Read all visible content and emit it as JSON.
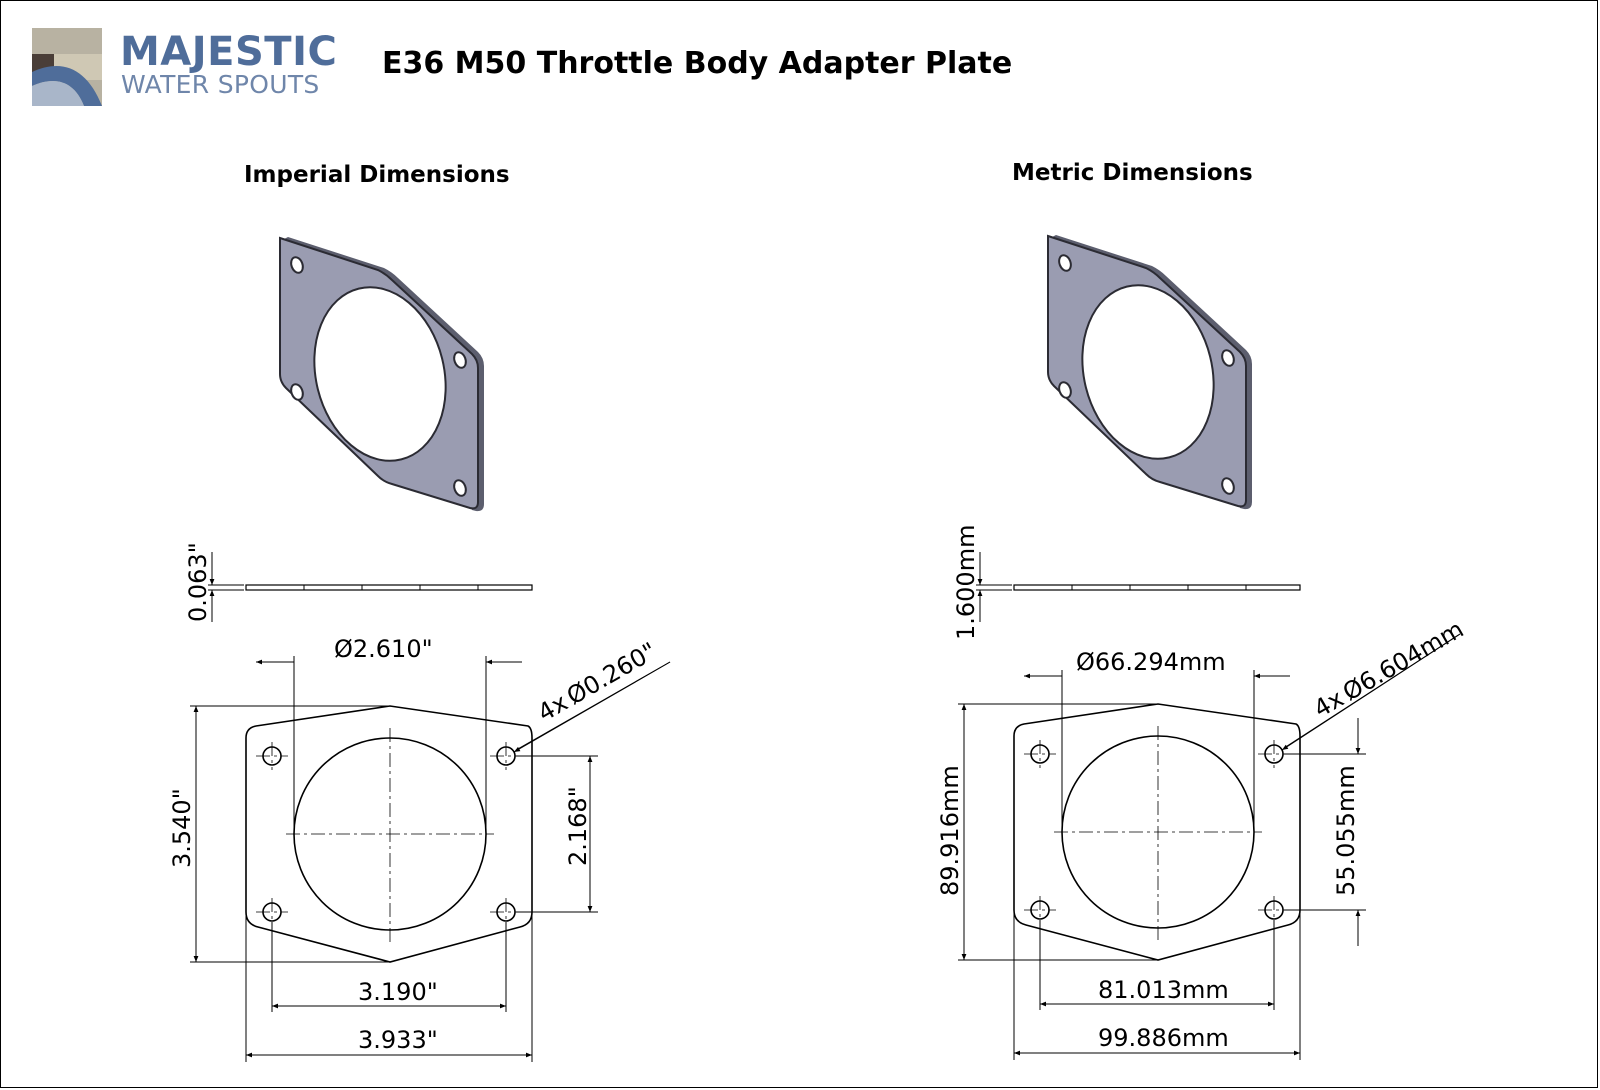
{
  "header": {
    "logo_line1": "MAJESTIC",
    "logo_line2": "WATER SPOUTS",
    "title": "E36 M50 Throttle Body Adapter Plate"
  },
  "colors": {
    "plate_fill": "#9a9cb1",
    "plate_edge": "#5c5e6e",
    "logo_blue": "#4f6d9a",
    "logo_light_blue": "#6f86aa"
  },
  "icons": [
    "majestic-water-spouts-logo"
  ],
  "imperial": {
    "title": "Imperial Dimensions",
    "thickness": "0.063\"",
    "bore_diameter": "2.610\"",
    "hole_callout_prefix": "4x",
    "hole_diameter": "0.260\"",
    "overall_height": "3.540\"",
    "hole_vertical_spacing": "2.168\"",
    "hole_horizontal_spacing": "3.190\"",
    "overall_width": "3.933\""
  },
  "metric": {
    "title": "Metric Dimensions",
    "thickness": "1.600mm",
    "bore_diameter": "66.294mm",
    "hole_callout_prefix": "4x",
    "hole_diameter": "6.604mm",
    "overall_height": "89.916mm",
    "hole_vertical_spacing": "55.055mm",
    "hole_horizontal_spacing": "81.013mm",
    "overall_width": "99.886mm"
  },
  "symbols": {
    "diameter": "Ø"
  }
}
